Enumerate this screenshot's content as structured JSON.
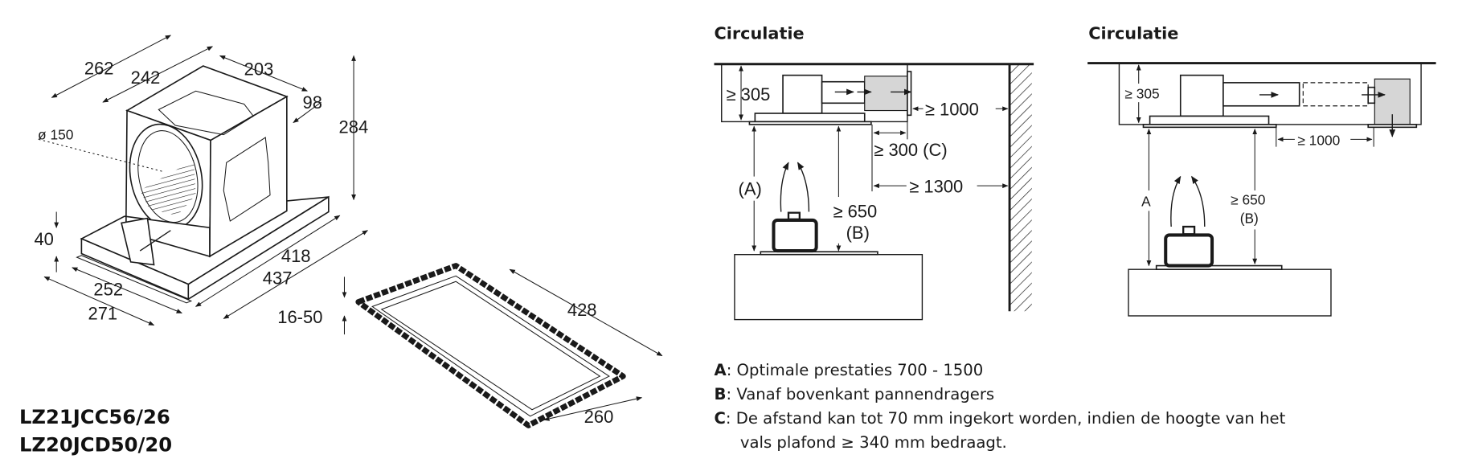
{
  "product": {
    "models": [
      "LZ21JCC56/26",
      "LZ20JCD50/20"
    ],
    "dimensions": {
      "d262": "262",
      "d242": "242",
      "d203": "203",
      "d98": "98",
      "d284": "284",
      "diameter": "ø 150",
      "d40": "40",
      "d252": "252",
      "d271": "271",
      "d418": "418",
      "d437": "437",
      "d16_50": "16-50",
      "d428": "428",
      "d260": "260"
    }
  },
  "diagram_wall": {
    "title": "Circulatie",
    "d305": "≥ 305",
    "d1000": "≥ 1000",
    "d300": "≥ 300 (C)",
    "d1300": "≥ 1300",
    "labelA": "(A)",
    "d650": "≥ 650",
    "labelB": "(B)"
  },
  "diagram_ceiling": {
    "title": "Circulatie",
    "d305": "≥ 305",
    "d1000": "≥ 1000",
    "labelA": "A",
    "d650": "≥ 650",
    "labelB": "(B)"
  },
  "legend": [
    {
      "key": "A",
      "text": ": Optimale prestaties 700 - 1500"
    },
    {
      "key": "B",
      "text": ": Vanaf bovenkant pannendragers"
    },
    {
      "key": "C",
      "text": ": De afstand kan tot 70 mm ingekort worden, indien de hoogte van het"
    }
  ],
  "legend_continuation": "vals plafond ≥ 340 mm bedraagt.",
  "colors": {
    "line": "#1a1a1a",
    "filter_fill": "#d6d6d6"
  }
}
